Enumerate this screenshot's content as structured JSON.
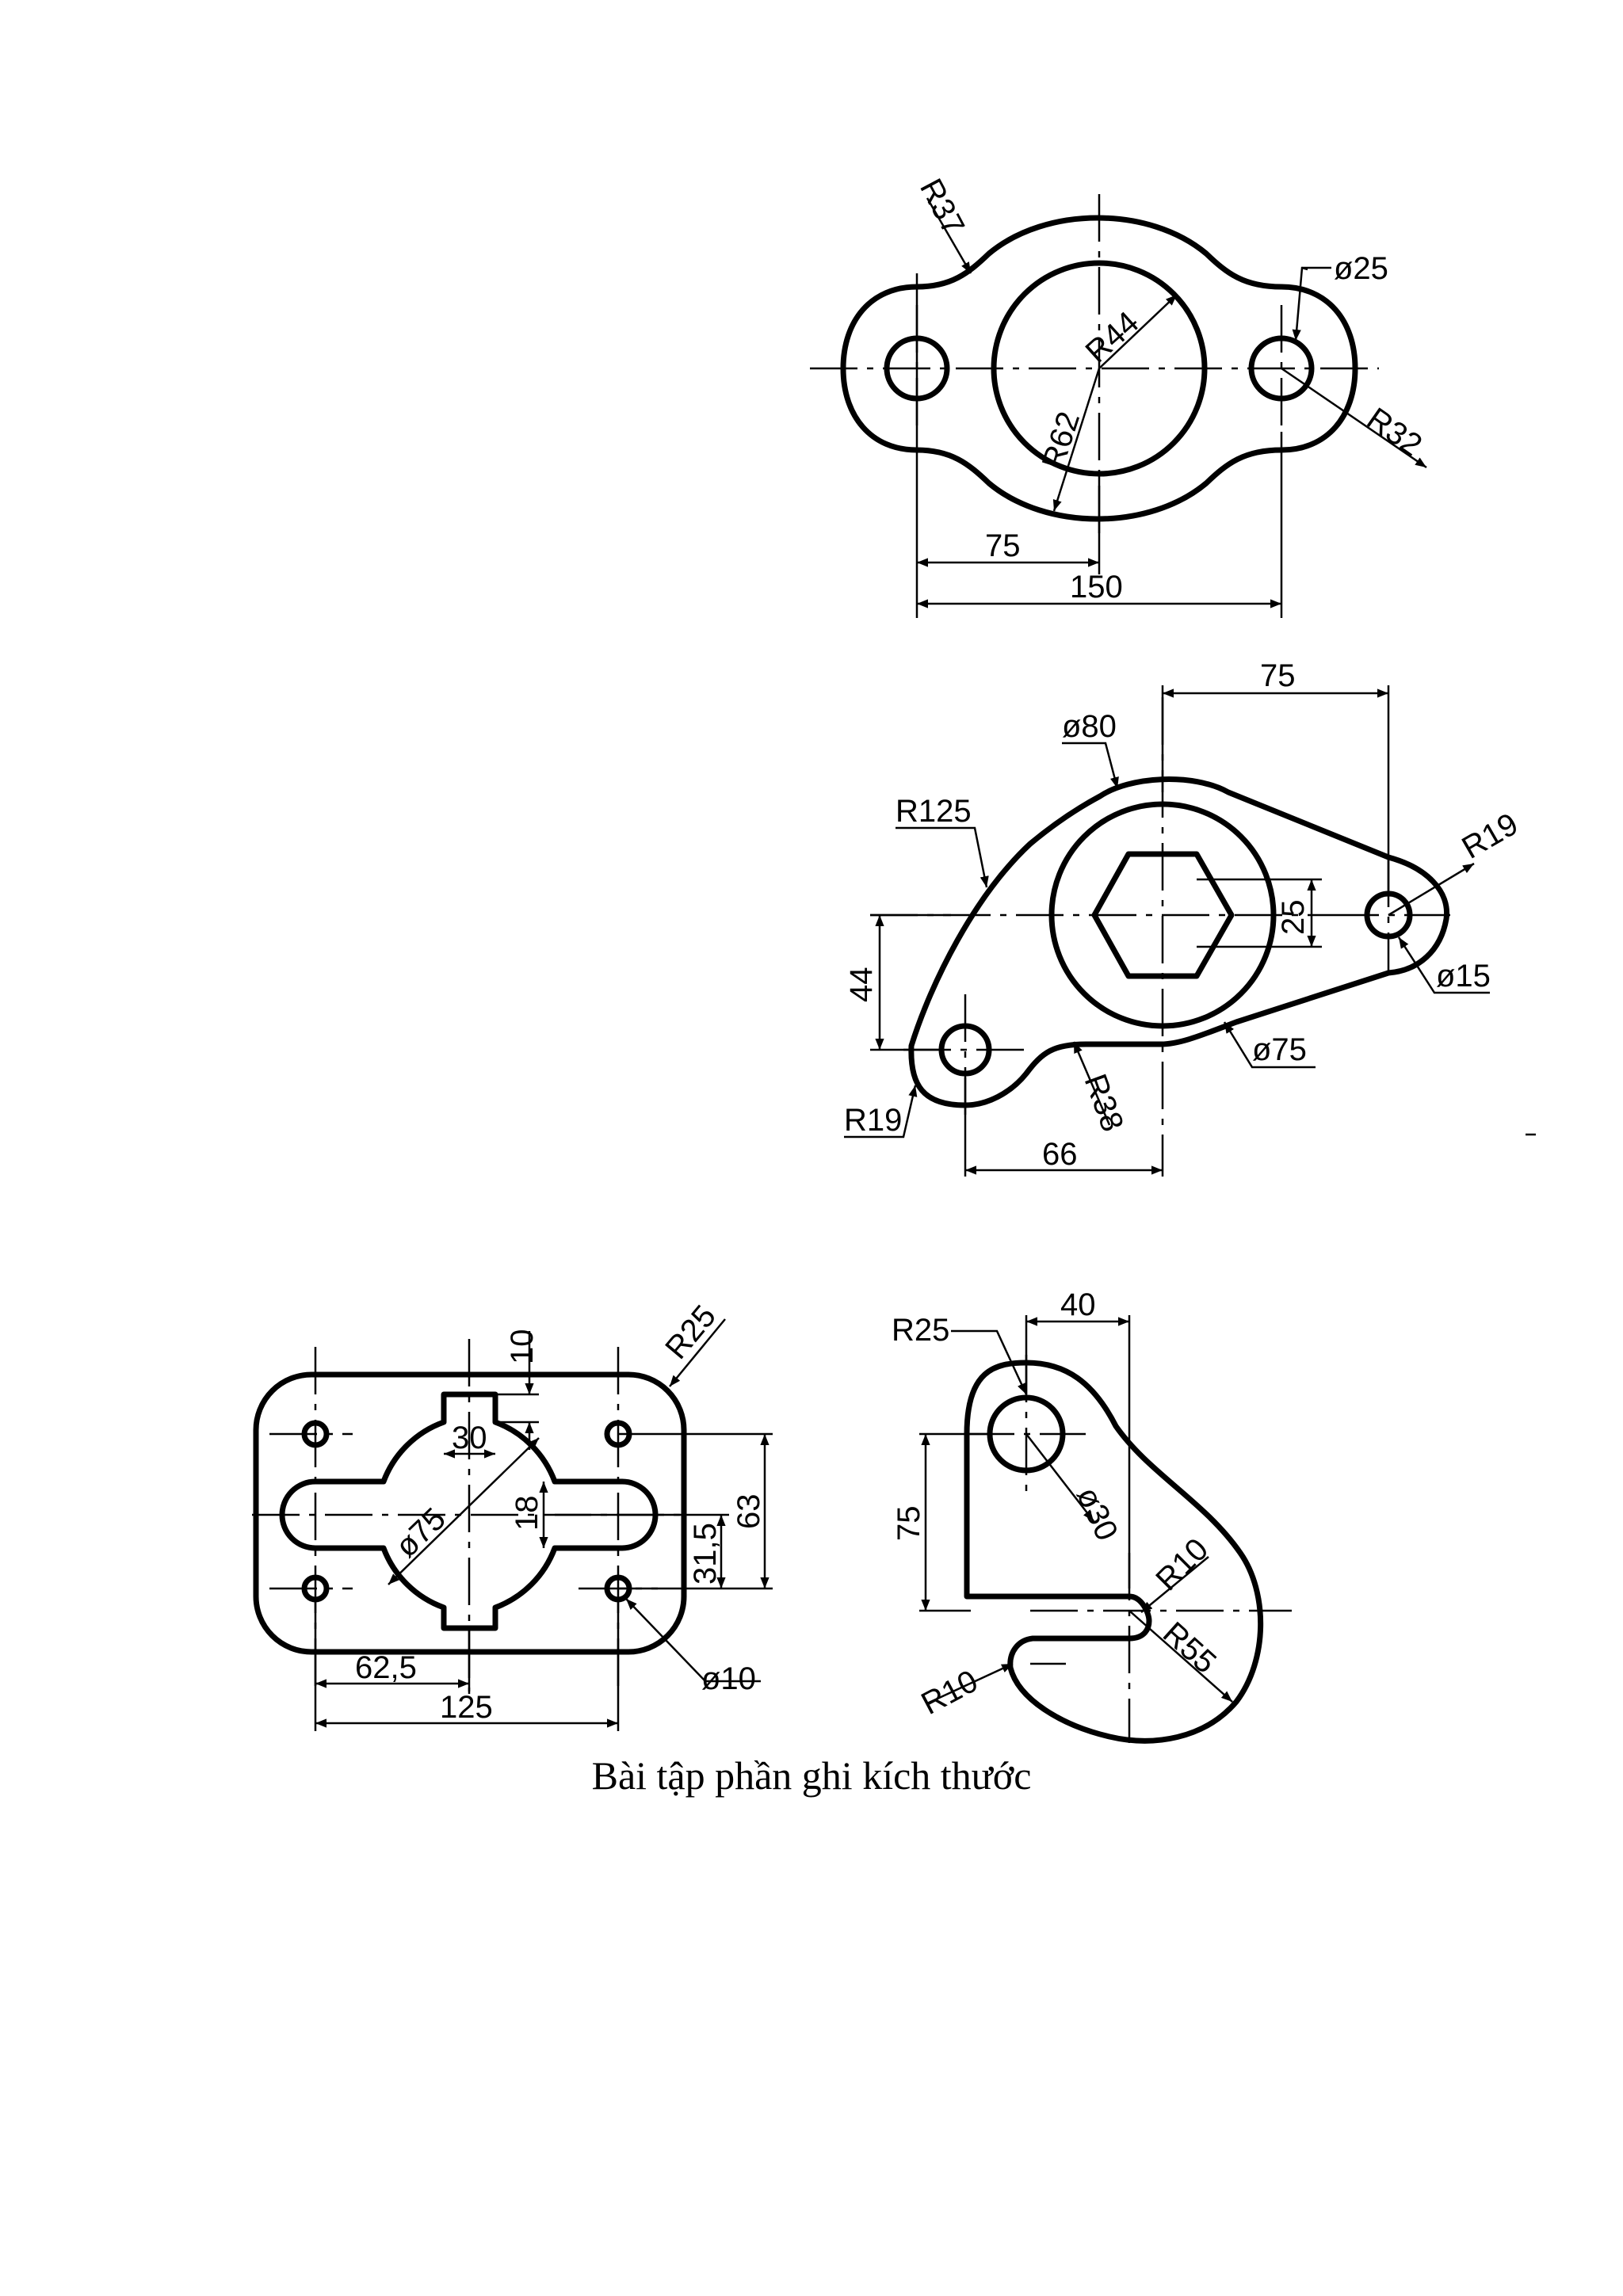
{
  "caption": "Bài tập phần ghi kích thước",
  "fig1": {
    "r37": "R37",
    "d25": "ø25",
    "r44": "R44",
    "r62": "R62",
    "r32": "R32",
    "d75": "75",
    "d150": "150"
  },
  "fig2": {
    "d75": "75",
    "d80": "ø80",
    "r125": "R125",
    "r19a": "R19",
    "d25": "25",
    "d44": "44",
    "d15": "ø15",
    "r19b": "R19",
    "r38": "R38",
    "dia75": "ø75",
    "d66": "66"
  },
  "fig3": {
    "d10": "10",
    "r25": "R25",
    "d30": "30",
    "d18": "18",
    "d315": "31,5",
    "d63": "63",
    "dia75": "ø75",
    "d625": "62,5",
    "d125": "125",
    "dia10": "ø10"
  },
  "fig4": {
    "r25": "R25",
    "d40": "40",
    "d75": "75",
    "dia30": "ø30",
    "r10a": "R10",
    "r55": "R55",
    "r10b": "R10"
  }
}
